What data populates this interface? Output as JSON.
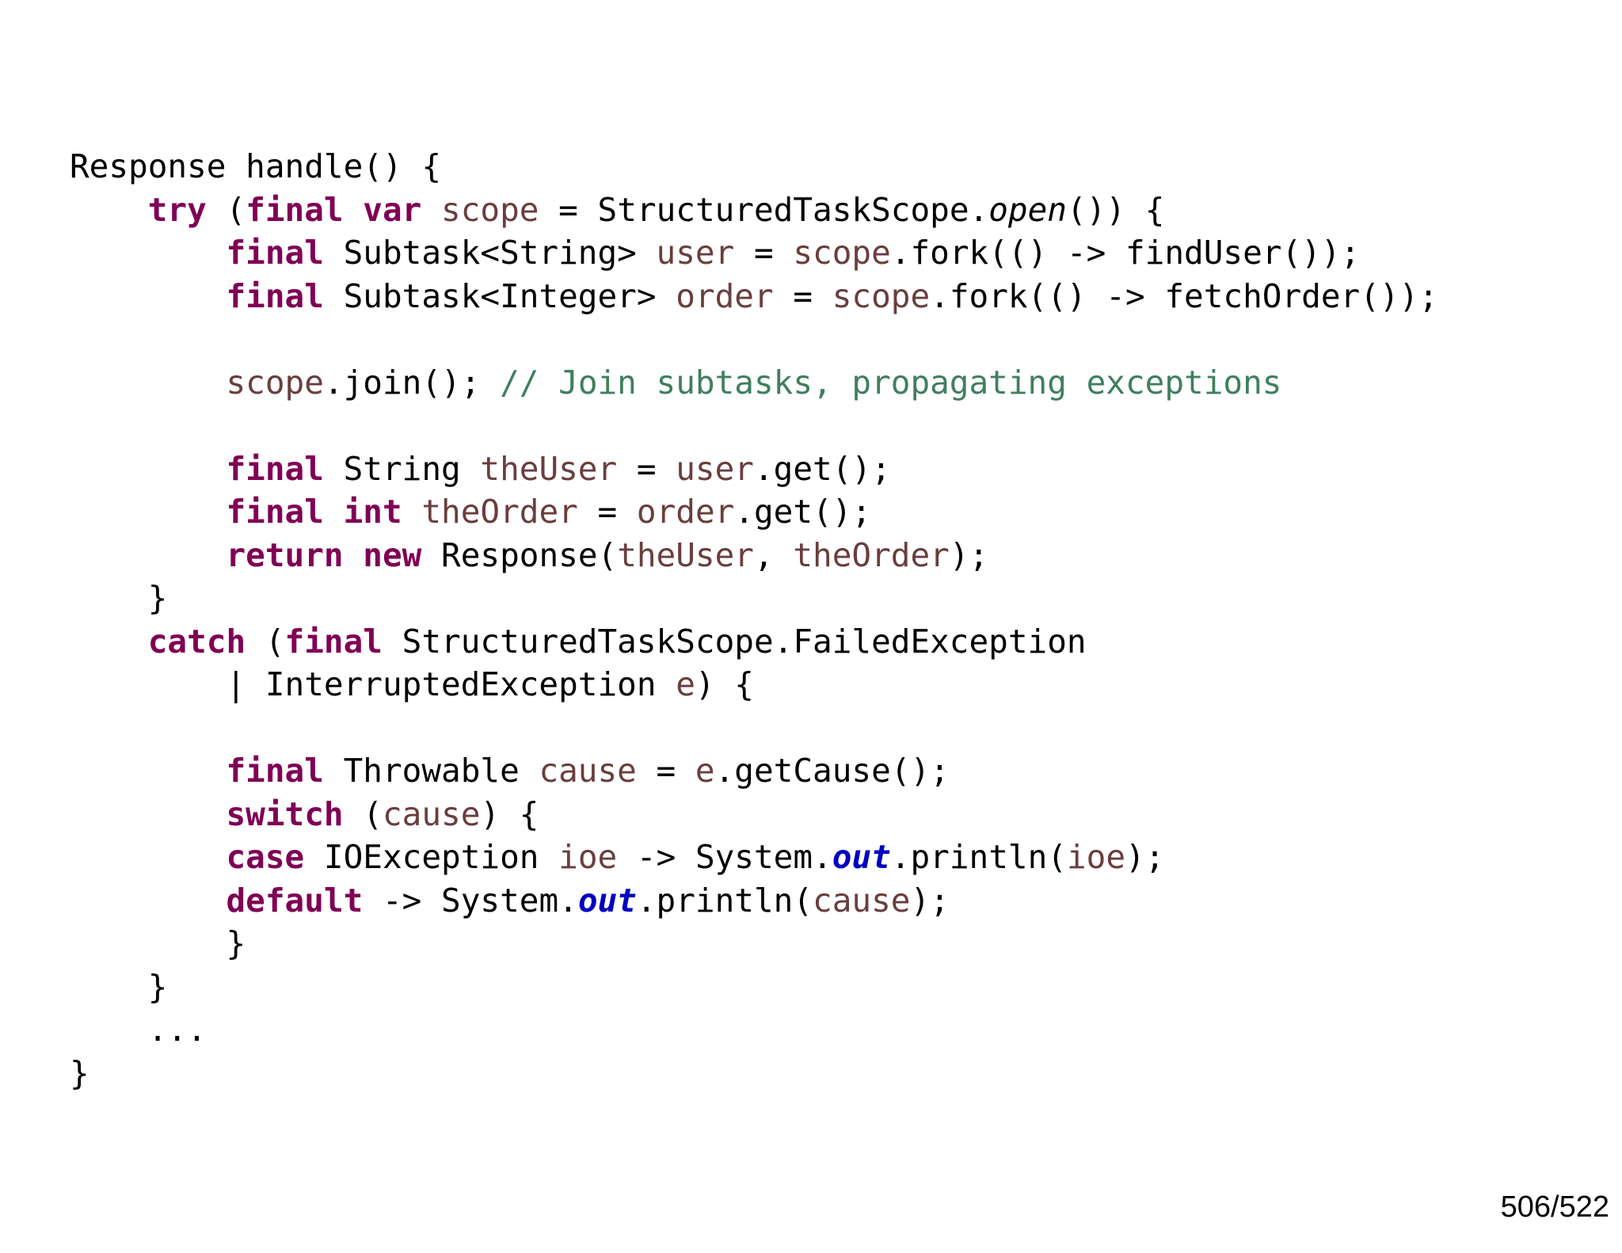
{
  "slide": {
    "page_number": "506/522"
  },
  "code": {
    "colors": {
      "keyword": "#7f0055",
      "local_variable": "#6a3e3e",
      "comment": "#3f7f5f",
      "static_field": "#0000c0",
      "plain": "#000000"
    },
    "lines": [
      [
        {
          "t": "Response handle() {",
          "k": "plain"
        }
      ],
      [
        {
          "t": "    ",
          "k": "plain"
        },
        {
          "t": "try",
          "k": "kw"
        },
        {
          "t": " (",
          "k": "plain"
        },
        {
          "t": "final",
          "k": "kw"
        },
        {
          "t": " ",
          "k": "plain"
        },
        {
          "t": "var",
          "k": "kw"
        },
        {
          "t": " ",
          "k": "plain"
        },
        {
          "t": "scope",
          "k": "var"
        },
        {
          "t": " = StructuredTaskScope.",
          "k": "plain"
        },
        {
          "t": "open",
          "k": "it"
        },
        {
          "t": "()) {",
          "k": "plain"
        }
      ],
      [
        {
          "t": "        ",
          "k": "plain"
        },
        {
          "t": "final",
          "k": "kw"
        },
        {
          "t": " Subtask<String> ",
          "k": "plain"
        },
        {
          "t": "user",
          "k": "var"
        },
        {
          "t": " = ",
          "k": "plain"
        },
        {
          "t": "scope",
          "k": "var"
        },
        {
          "t": ".fork(() -> findUser());",
          "k": "plain"
        }
      ],
      [
        {
          "t": "        ",
          "k": "plain"
        },
        {
          "t": "final",
          "k": "kw"
        },
        {
          "t": " Subtask<Integer> ",
          "k": "plain"
        },
        {
          "t": "order",
          "k": "var"
        },
        {
          "t": " = ",
          "k": "plain"
        },
        {
          "t": "scope",
          "k": "var"
        },
        {
          "t": ".fork(() -> fetchOrder());",
          "k": "plain"
        }
      ],
      [],
      [
        {
          "t": "        ",
          "k": "plain"
        },
        {
          "t": "scope",
          "k": "var"
        },
        {
          "t": ".join(); ",
          "k": "plain"
        },
        {
          "t": "// Join subtasks, propagating exceptions",
          "k": "cm"
        }
      ],
      [],
      [
        {
          "t": "        ",
          "k": "plain"
        },
        {
          "t": "final",
          "k": "kw"
        },
        {
          "t": " String ",
          "k": "plain"
        },
        {
          "t": "theUser",
          "k": "var"
        },
        {
          "t": " = ",
          "k": "plain"
        },
        {
          "t": "user",
          "k": "var"
        },
        {
          "t": ".get();",
          "k": "plain"
        }
      ],
      [
        {
          "t": "        ",
          "k": "plain"
        },
        {
          "t": "final",
          "k": "kw"
        },
        {
          "t": " ",
          "k": "plain"
        },
        {
          "t": "int",
          "k": "kw"
        },
        {
          "t": " ",
          "k": "plain"
        },
        {
          "t": "theOrder",
          "k": "var"
        },
        {
          "t": " = ",
          "k": "plain"
        },
        {
          "t": "order",
          "k": "var"
        },
        {
          "t": ".get();",
          "k": "plain"
        }
      ],
      [
        {
          "t": "        ",
          "k": "plain"
        },
        {
          "t": "return",
          "k": "kw"
        },
        {
          "t": " ",
          "k": "plain"
        },
        {
          "t": "new",
          "k": "kw"
        },
        {
          "t": " Response(",
          "k": "plain"
        },
        {
          "t": "theUser",
          "k": "var"
        },
        {
          "t": ", ",
          "k": "plain"
        },
        {
          "t": "theOrder",
          "k": "var"
        },
        {
          "t": ");",
          "k": "plain"
        }
      ],
      [
        {
          "t": "    }",
          "k": "plain"
        }
      ],
      [
        {
          "t": "    ",
          "k": "plain"
        },
        {
          "t": "catch",
          "k": "kw"
        },
        {
          "t": " (",
          "k": "plain"
        },
        {
          "t": "final",
          "k": "kw"
        },
        {
          "t": " StructuredTaskScope.FailedException",
          "k": "plain"
        }
      ],
      [
        {
          "t": "        | InterruptedException ",
          "k": "plain"
        },
        {
          "t": "e",
          "k": "var"
        },
        {
          "t": ") {",
          "k": "plain"
        }
      ],
      [],
      [
        {
          "t": "        ",
          "k": "plain"
        },
        {
          "t": "final",
          "k": "kw"
        },
        {
          "t": " Throwable ",
          "k": "plain"
        },
        {
          "t": "cause",
          "k": "var"
        },
        {
          "t": " = ",
          "k": "plain"
        },
        {
          "t": "e",
          "k": "var"
        },
        {
          "t": ".getCause();",
          "k": "plain"
        }
      ],
      [
        {
          "t": "        ",
          "k": "plain"
        },
        {
          "t": "switch",
          "k": "kw"
        },
        {
          "t": " (",
          "k": "plain"
        },
        {
          "t": "cause",
          "k": "var"
        },
        {
          "t": ") {",
          "k": "plain"
        }
      ],
      [
        {
          "t": "        ",
          "k": "plain"
        },
        {
          "t": "case",
          "k": "kw"
        },
        {
          "t": " IOException ",
          "k": "plain"
        },
        {
          "t": "ioe",
          "k": "var"
        },
        {
          "t": " -> System.",
          "k": "plain"
        },
        {
          "t": "out",
          "k": "st"
        },
        {
          "t": ".println(",
          "k": "plain"
        },
        {
          "t": "ioe",
          "k": "var"
        },
        {
          "t": ");",
          "k": "plain"
        }
      ],
      [
        {
          "t": "        ",
          "k": "plain"
        },
        {
          "t": "default",
          "k": "kw"
        },
        {
          "t": " -> System.",
          "k": "plain"
        },
        {
          "t": "out",
          "k": "st"
        },
        {
          "t": ".println(",
          "k": "plain"
        },
        {
          "t": "cause",
          "k": "var"
        },
        {
          "t": ");",
          "k": "plain"
        }
      ],
      [
        {
          "t": "        }",
          "k": "plain"
        }
      ],
      [
        {
          "t": "    }",
          "k": "plain"
        }
      ],
      [
        {
          "t": "    ...",
          "k": "plain"
        }
      ],
      [
        {
          "t": "}",
          "k": "plain"
        }
      ]
    ]
  }
}
